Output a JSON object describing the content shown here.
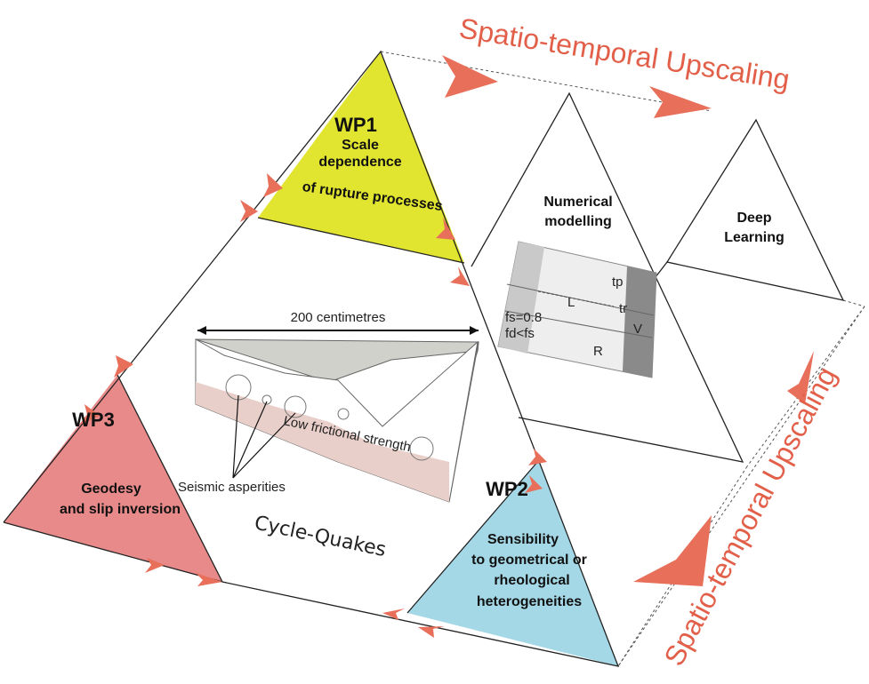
{
  "title_top": "Spatio-temporal Upscaling",
  "title_right": "Spatio-temporal Upscaling",
  "wp1": {
    "code": "WP1",
    "lines": [
      "Scale",
      "dependence",
      "of rupture processes"
    ],
    "color": "#e1e530"
  },
  "wp2": {
    "code": "WP2",
    "lines": [
      "Sensibility",
      "to geometrical or",
      "rheological",
      "heterogeneities"
    ],
    "color": "#a4d8e6"
  },
  "wp3": {
    "code": "WP3",
    "lines": [
      "Geodesy",
      "and slip inversion"
    ],
    "color": "#e98a8a"
  },
  "numerical": {
    "lines": [
      "Numerical",
      "modelling"
    ],
    "labels": {
      "L": "L",
      "R": "R",
      "tp": "tp",
      "tr": "tr",
      "v": "V",
      "fs": "fs=0.8",
      "fd": "fd<fs"
    }
  },
  "deep": {
    "lines": [
      "Deep",
      "Learning"
    ]
  },
  "center": {
    "scale": "200 centimetres",
    "asperities": "Seismic asperities",
    "friction": "Low frictional strength",
    "name": "Cycle-Quakes"
  },
  "accent_color": "#e8705a"
}
